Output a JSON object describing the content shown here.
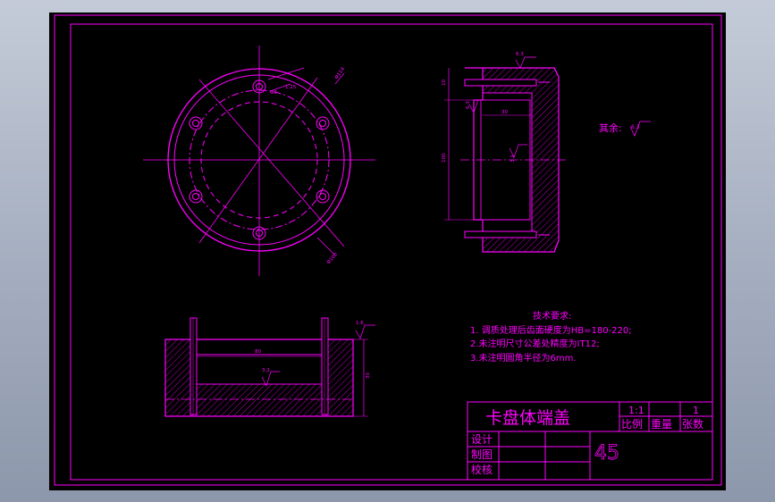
{
  "drawing": {
    "colors": {
      "background": "#000000",
      "line": "#ff00ff",
      "window": "#a9b2c3"
    },
    "front_view": {
      "dim_hole_top": "1.25",
      "dim_hole_small": "Φ8",
      "dim_outer": "Φ114",
      "dim_bottom": "Φ100"
    },
    "side_view": {
      "dim_top_height": "10",
      "dim_roughness_top": "6.3",
      "dim_roughness_inner": "6.3",
      "dim_inner": "30",
      "dim_height": "100",
      "dim_face": "3.2"
    },
    "roughness_note": {
      "label": "其余:",
      "value": "6.3"
    },
    "section_view": {
      "dim_roughness_right": "1.6",
      "dim_width": "80",
      "dim_roughness_mid": "3.2",
      "dim_right_height": "30"
    },
    "tech_requirements": {
      "title": "技术要求:",
      "lines": [
        "1. 调质处理后齿面硬度为HB=180-220;",
        "2.未注明尺寸公差处精度为IT12;",
        "3.未注明圆角半径为6mm."
      ]
    },
    "title_block": {
      "part_name": "卡盘体端盖",
      "scale_value": "1:1",
      "sheet_count_value": "1",
      "scale_label": "比例",
      "weight_label": "重量",
      "sheets_label": "张数",
      "design_label": "设计",
      "drawn_label": "制图",
      "check_label": "校核",
      "material": "45"
    }
  }
}
